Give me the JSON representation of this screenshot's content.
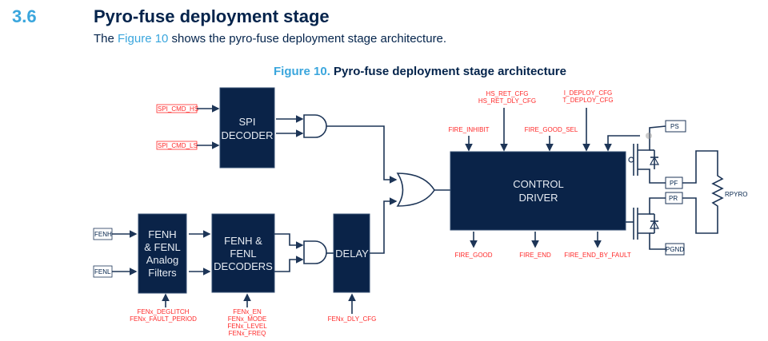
{
  "section": {
    "number": "3.6",
    "title": "Pyro-fuse deployment stage",
    "intro_prefix": "The ",
    "intro_link": "Figure 10",
    "intro_suffix": " shows the pyro-fuse deployment stage architecture."
  },
  "figure": {
    "label": "Figure 10.",
    "title": " Pyro-fuse deployment stage architecture",
    "blocks": {
      "spi_decoder": [
        "SPI",
        "DECODER"
      ],
      "analog_filters": [
        "FENH",
        "& FENL",
        "Analog",
        "Filters"
      ],
      "decoders": [
        "FENH &",
        "FENL",
        "DECODERS"
      ],
      "delay": "DELAY",
      "control_driver": [
        "CONTROL",
        "DRIVER"
      ]
    },
    "inputs": {
      "spi_cmd_hs": "SPI_CMD_HS",
      "spi_cmd_ls": "SPI_CMD_LS",
      "fenh": "FENH",
      "fenl": "FENL"
    },
    "config_labels": {
      "filters": [
        "FENx_DEGLITCH",
        "FENx_FAULT_PERIOD"
      ],
      "decoders": [
        "FENx_EN",
        "FENx_MODE",
        "FENx_LEVEL",
        "FENx_FREQ"
      ],
      "delay": "FENx_DLY_CFG",
      "fire_inhibit": "FIRE_INHIBIT",
      "hs_ret": [
        "HS_RET_CFG",
        "HS_RET_DLY_CFG"
      ],
      "fire_good_sel": "FIRE_GOOD_SEL",
      "deploy": [
        "I_DEPLOY_CFG",
        "T_DEPLOY_CFG"
      ]
    },
    "outputs": [
      "FIRE_GOOD",
      "FIRE_END",
      "FIRE_END_BY_FAULT"
    ],
    "pins": [
      "PS",
      "PF",
      "PR",
      "PGND"
    ],
    "resistor": "RPYRO"
  }
}
